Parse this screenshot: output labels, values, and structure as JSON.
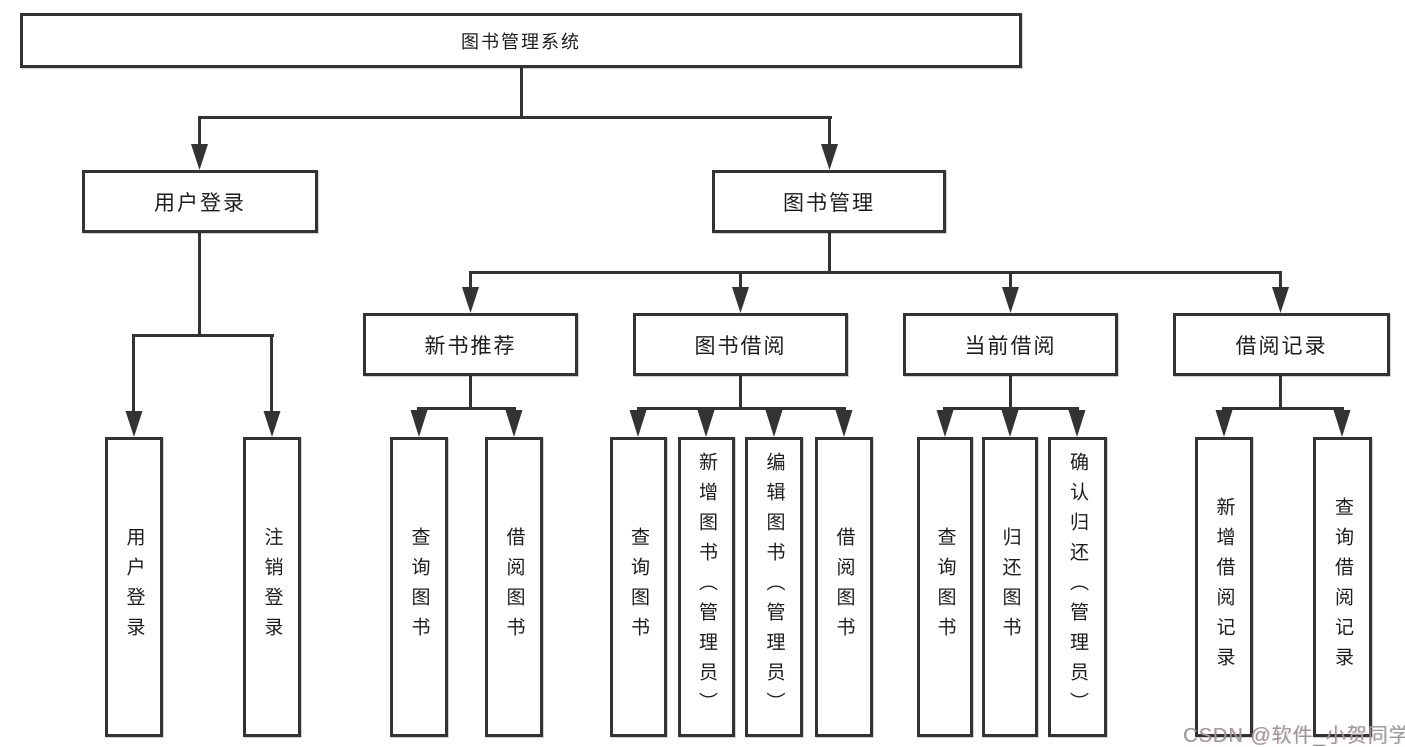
{
  "tree": {
    "root": {
      "label": "图书管理系统",
      "children": [
        {
          "label": "用户登录",
          "children": [
            {
              "label": "用户登录"
            },
            {
              "label": "注销登录"
            }
          ]
        },
        {
          "label": "图书管理",
          "children": [
            {
              "label": "新书推荐",
              "children": [
                {
                  "label": "查询图书"
                },
                {
                  "label": "借阅图书"
                }
              ]
            },
            {
              "label": "图书借阅",
              "children": [
                {
                  "label": "查询图书"
                },
                {
                  "label": "新增图书（管理员）"
                },
                {
                  "label": "编辑图书（管理员）"
                },
                {
                  "label": "借阅图书"
                }
              ]
            },
            {
              "label": "当前借阅",
              "children": [
                {
                  "label": "查询图书"
                },
                {
                  "label": "归还图书"
                },
                {
                  "label": "确认归还（管理员）"
                }
              ]
            },
            {
              "label": "借阅记录",
              "children": [
                {
                  "label": "新增借阅记录"
                },
                {
                  "label": "查询借阅记录"
                }
              ]
            }
          ]
        }
      ]
    }
  },
  "watermark": {
    "text": "CSDN @软件_小贺同学"
  },
  "colors": {
    "line": "#333333",
    "text": "#1c1c1c",
    "background": "#ffffff",
    "watermark_gray": "#9a9a9a"
  }
}
